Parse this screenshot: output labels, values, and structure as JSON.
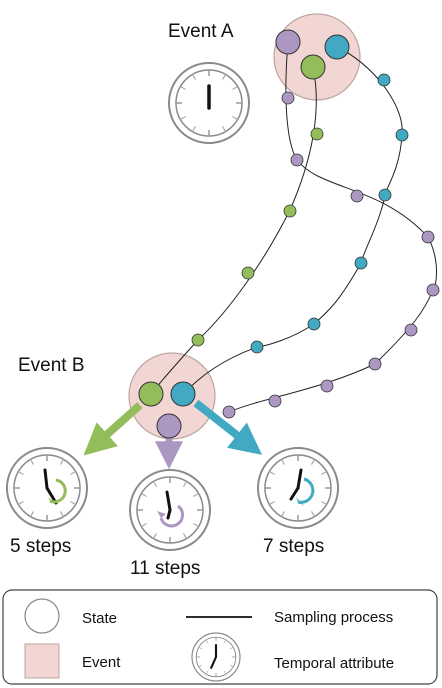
{
  "events": [
    {
      "label": "Event A"
    },
    {
      "label": "Event B"
    }
  ],
  "outcomes": [
    {
      "label": "5 steps",
      "color": "#93bd5b"
    },
    {
      "label": "11 steps",
      "color": "#ac97c3"
    },
    {
      "label": "7 steps",
      "color": "#41a9c2"
    }
  ],
  "legend": {
    "state_label": "State",
    "event_label": "Event",
    "sampling_label": "Sampling process",
    "temporal_label": "Temporal attribute"
  },
  "colors": {
    "green": "#93bd5b",
    "purple": "#ac97c3",
    "blue": "#41a9c2",
    "event_fill": "#f2d6d3",
    "event_stroke": "#b9a4a2"
  },
  "icons": [
    "state-circle-icon",
    "event-square-icon",
    "sampling-line-icon",
    "clock-icon",
    "arrow-icon"
  ]
}
